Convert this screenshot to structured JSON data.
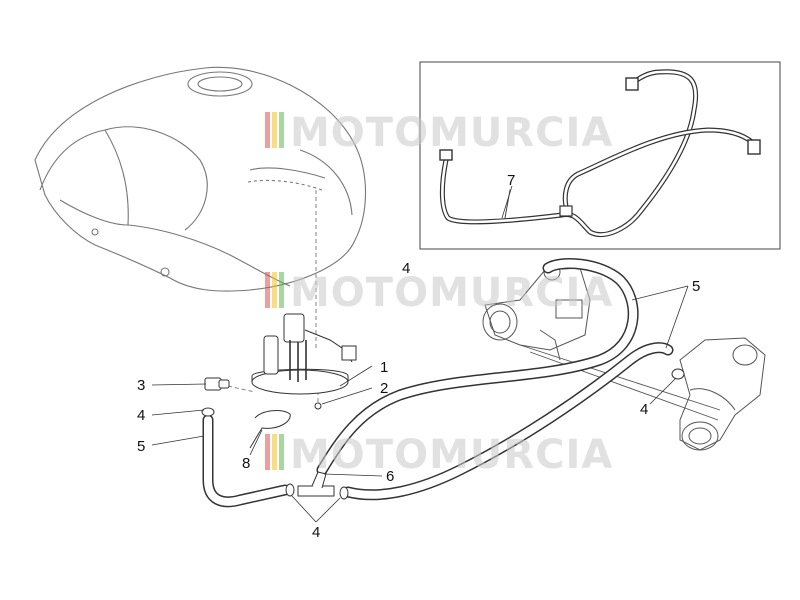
{
  "diagram": {
    "callouts": {
      "c1": "1",
      "c2": "2",
      "c3": "3",
      "c4a": "4",
      "c4b": "4",
      "c4c": "4",
      "c4d": "4",
      "c5a": "5",
      "c5b": "5",
      "c6": "6",
      "c7": "7",
      "c8": "8"
    },
    "watermark": {
      "text": "MOTOMURCIA",
      "stripe_colors": [
        "#d9534f",
        "#f0c419",
        "#5cb85c"
      ]
    }
  }
}
